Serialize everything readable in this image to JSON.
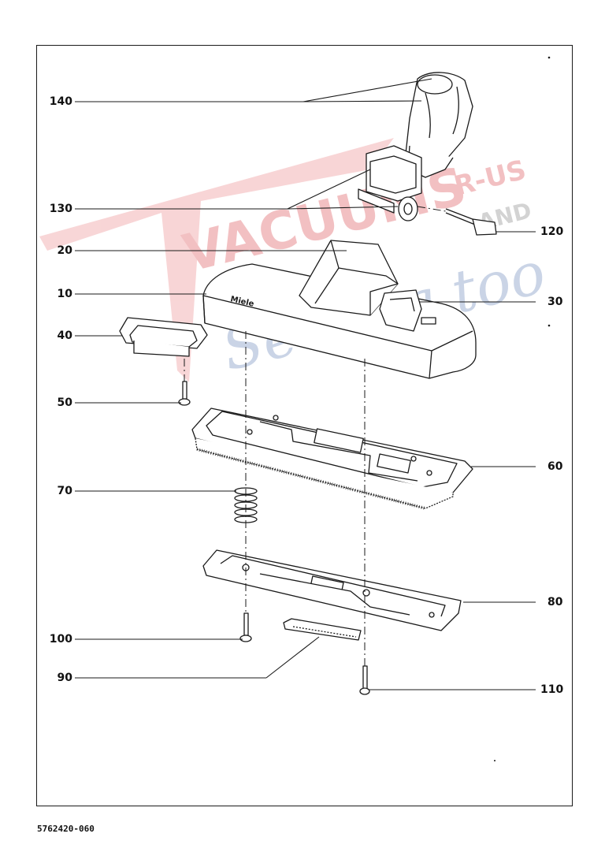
{
  "watermark": {
    "brand_text": "VACUUMS",
    "suffix_text": "R-US",
    "and_text": "AND",
    "script_text": "Sewing too",
    "colors": {
      "red": "#e8898c",
      "blue": "#8fa3c7",
      "gray": "#b5b5b5"
    }
  },
  "product_mark": "Miele",
  "callouts": [
    {
      "id": "140",
      "label": "140"
    },
    {
      "id": "130",
      "label": "130"
    },
    {
      "id": "120",
      "label": "120"
    },
    {
      "id": "20",
      "label": "20"
    },
    {
      "id": "10",
      "label": "10"
    },
    {
      "id": "30",
      "label": "30"
    },
    {
      "id": "40",
      "label": "40"
    },
    {
      "id": "50",
      "label": "50"
    },
    {
      "id": "60",
      "label": "60"
    },
    {
      "id": "70",
      "label": "70"
    },
    {
      "id": "80",
      "label": "80"
    },
    {
      "id": "100",
      "label": "100"
    },
    {
      "id": "90",
      "label": "90"
    },
    {
      "id": "110",
      "label": "110"
    }
  ],
  "document_number": "5762420-060"
}
